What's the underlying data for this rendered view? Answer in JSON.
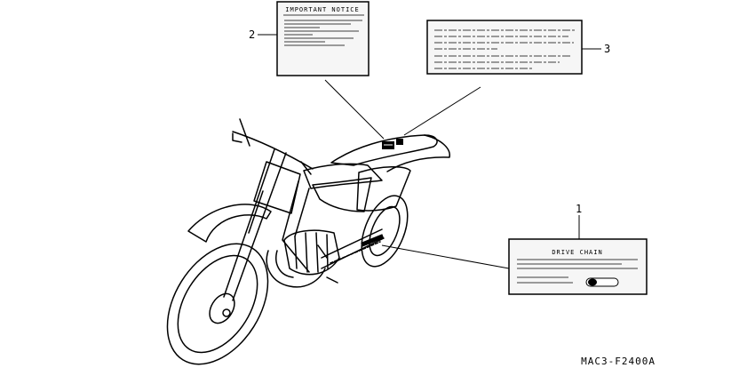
{
  "labels": {
    "important_notice": "IMPORTANT NOTICE",
    "drive_chain": "DRIVE CHAIN"
  },
  "callouts": [
    "1",
    "2",
    "3"
  ],
  "diagram_code": "MAC3-F2400A",
  "colors": {
    "ink": "#000000",
    "paper": "#ffffff",
    "label_fill": "#f6f6f6"
  }
}
